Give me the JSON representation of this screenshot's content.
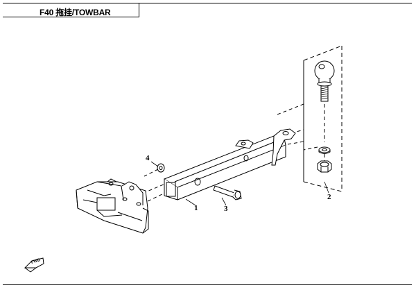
{
  "header": {
    "title": "F40 拖挂/TOWBAR"
  },
  "callouts": {
    "c1": "1",
    "c2": "2",
    "c3": "3",
    "c4": "4"
  },
  "fwd_label": "FWD"
}
